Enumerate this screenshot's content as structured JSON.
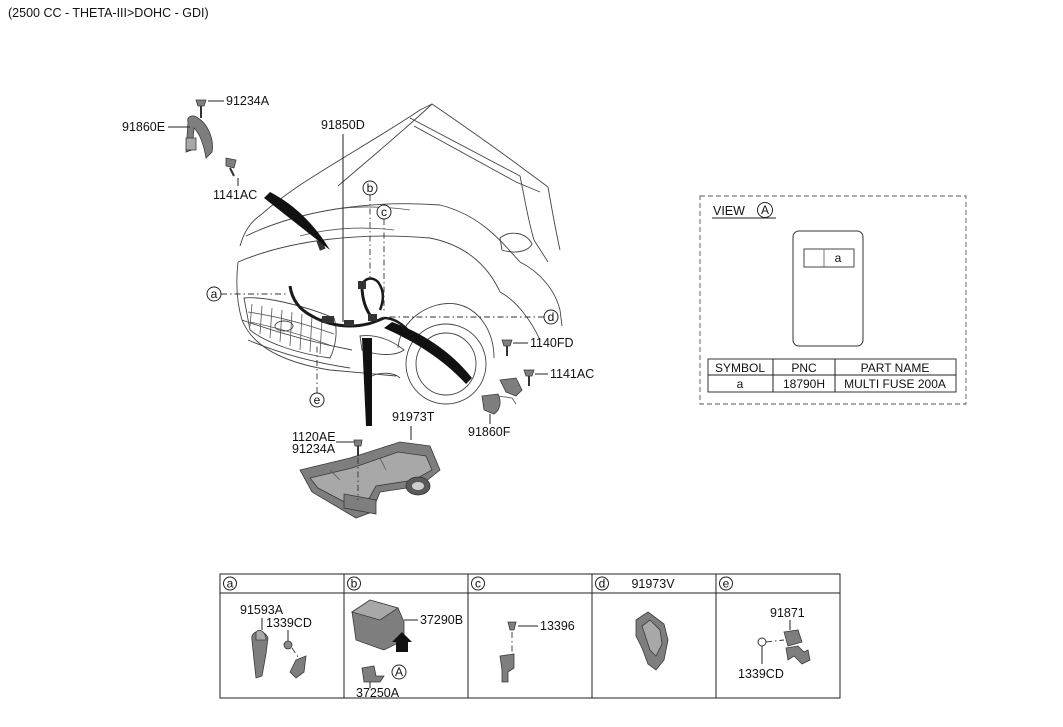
{
  "title": "(2500 CC - THETA-III>DOHC - GDI)",
  "labels": {
    "p91234A_top": "91234A",
    "p91860E": "91860E",
    "p1141AC_left": "1141AC",
    "p91850D": "91850D",
    "p1140FD": "1140FD",
    "p1141AC_right": "1141AC",
    "p91860F": "91860F",
    "p91973T": "91973T",
    "p1120AE": "1120AE",
    "p91234A_bottom": "91234A"
  },
  "callouts": [
    "a",
    "b",
    "c",
    "d",
    "e"
  ],
  "view_box": {
    "title": "VIEW",
    "marker": "A",
    "fuse_slot": "a",
    "table": {
      "headers": [
        "SYMBOL",
        "PNC",
        "PART NAME"
      ],
      "rows": [
        [
          "a",
          "18790H",
          "MULTI FUSE 200A"
        ]
      ]
    }
  },
  "detail_table": {
    "cells": [
      {
        "symbol": "a",
        "header_part": "",
        "parts": [
          "91593A",
          "1339CD"
        ]
      },
      {
        "symbol": "b",
        "header_part": "",
        "parts": [
          "37290B",
          "37250A"
        ],
        "marker": "A"
      },
      {
        "symbol": "c",
        "header_part": "",
        "parts": [
          "13396"
        ]
      },
      {
        "symbol": "d",
        "header_part": "91973V",
        "parts": []
      },
      {
        "symbol": "e",
        "header_part": "",
        "parts": [
          "91871",
          "1339CD"
        ]
      }
    ]
  }
}
